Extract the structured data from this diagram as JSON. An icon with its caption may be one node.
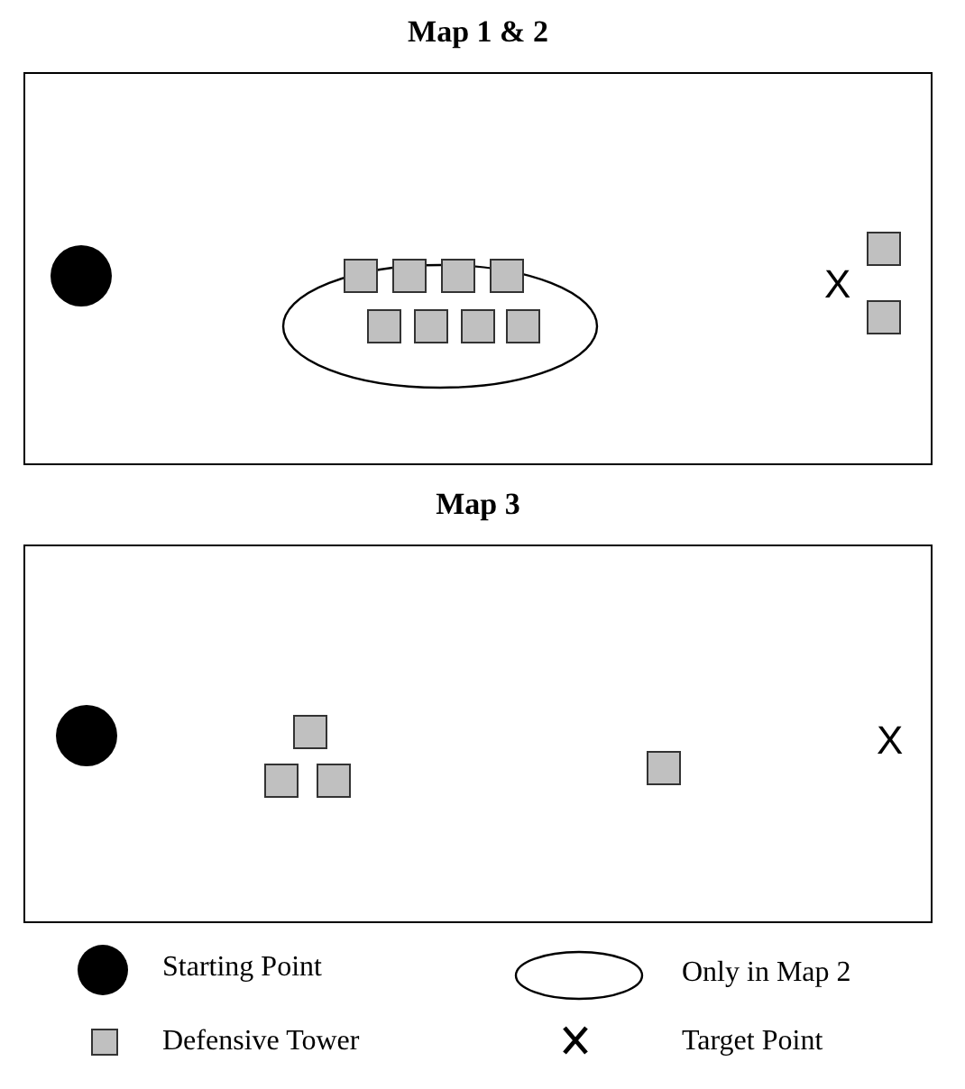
{
  "diagram": {
    "nodes": [
      {
        "text": [
          "Map 1 & 2"
        ]
      },
      {
        "text": [
          "Map 3"
        ]
      }
    ],
    "labels": [
      "X",
      "X"
    ],
    "legend": [
      {
        "text": "Starting Point"
      },
      {
        "text": "Only in Map 2"
      },
      {
        "text": "Defensive Tower"
      },
      {
        "text": "Target Point"
      }
    ]
  }
}
